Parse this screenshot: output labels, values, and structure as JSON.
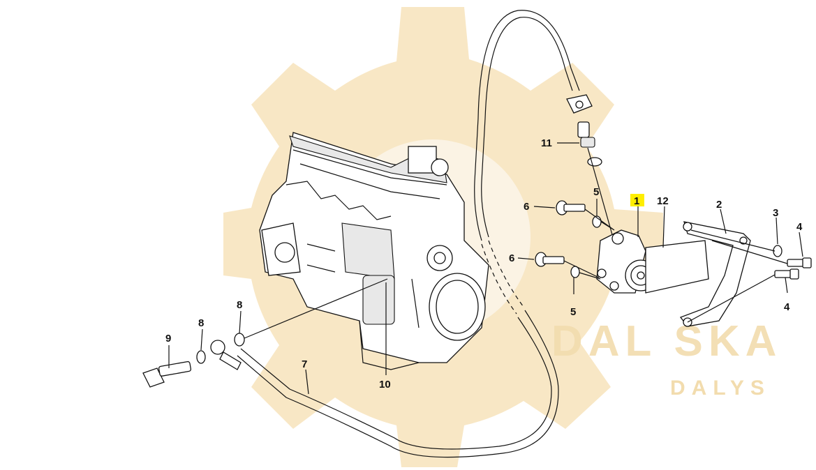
{
  "watermark": {
    "big_text": "DAL SKA",
    "small_text": "DALYS",
    "color": "#f5deb0"
  },
  "highlight_color": "#ffee00",
  "callouts": {
    "c1": "1",
    "c2": "2",
    "c3": "3",
    "c4a": "4",
    "c4b": "4",
    "c5a": "5",
    "c5b": "5",
    "c6a": "6",
    "c6b": "6",
    "c7": "7",
    "c8a": "8",
    "c8b": "8",
    "c9": "9",
    "c10": "10",
    "c11": "11",
    "c12": "12"
  }
}
